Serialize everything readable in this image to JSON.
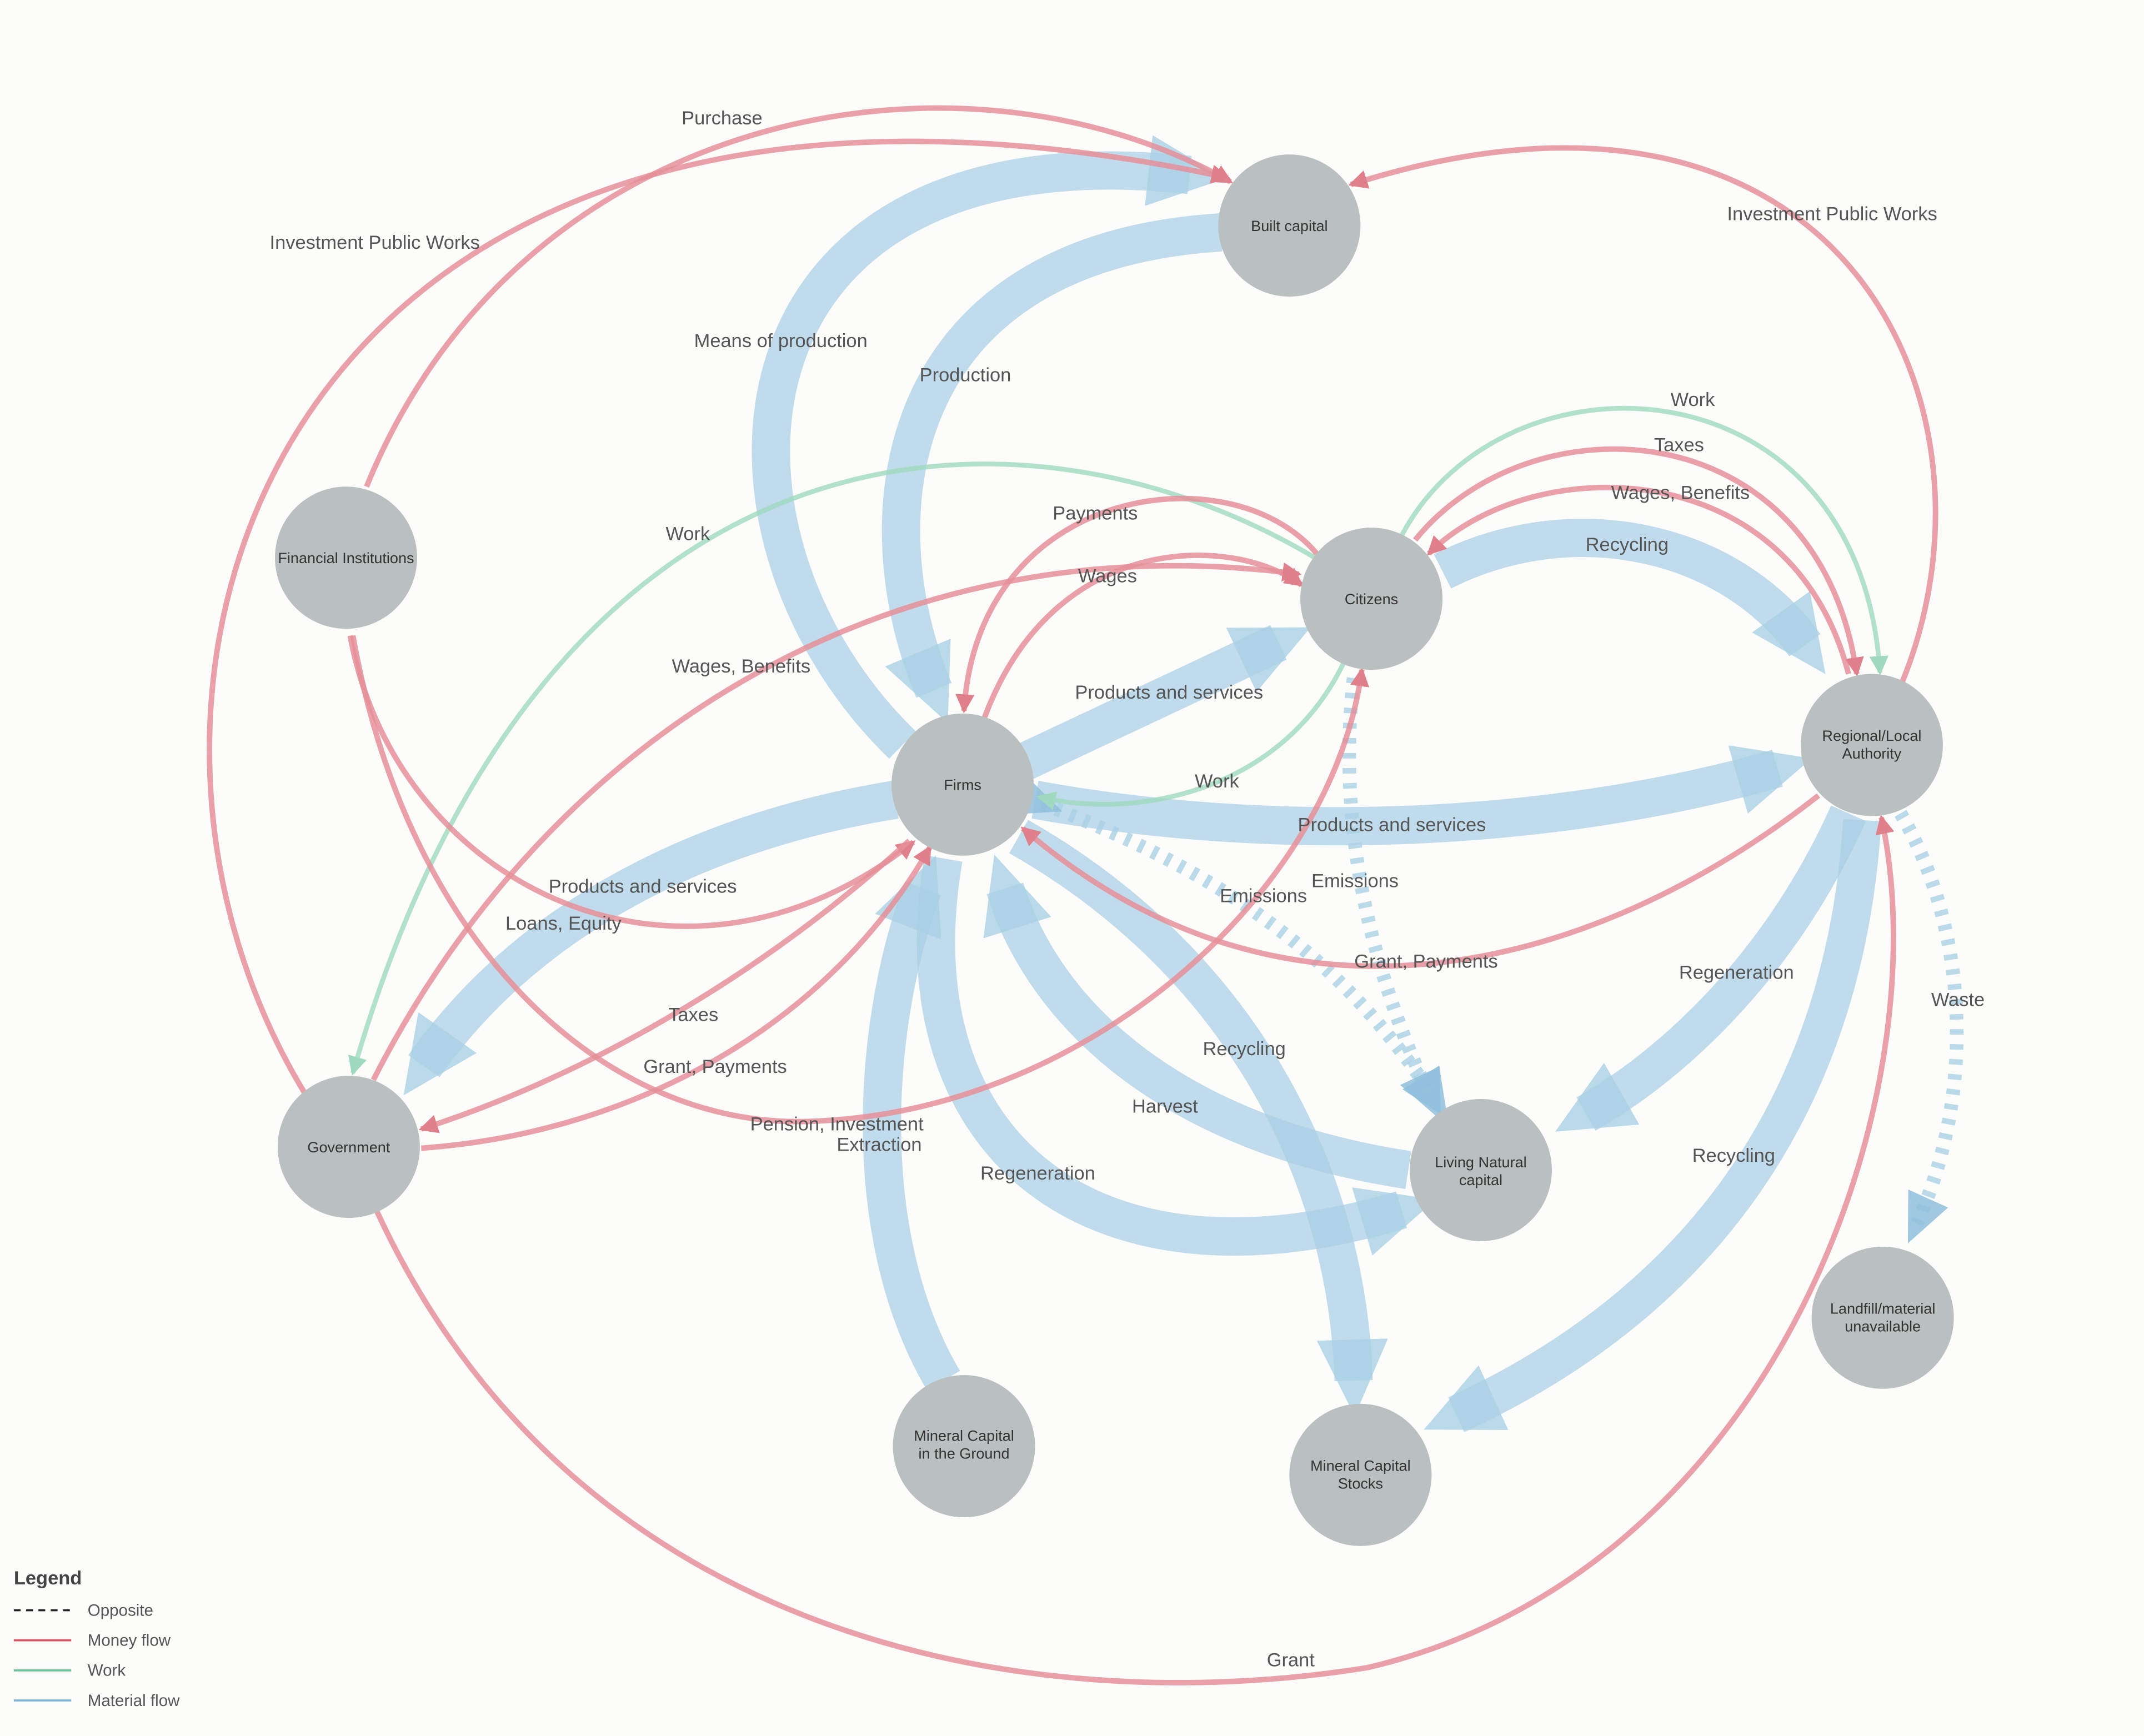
{
  "colors": {
    "money": "#e58f99",
    "work": "#9fd9bf",
    "material": "#a9cfe5",
    "node": "#b9c0bf"
  },
  "nodes": {
    "built_capital": "Built capital",
    "financial": "Financial Institutions",
    "citizens": "Citizens",
    "firms": "Firms",
    "regional_1": "Regional/Local",
    "regional_2": "Authority",
    "government": "Government",
    "living_1": "Living Natural",
    "living_2": "capital",
    "landfill_1": "Landfill/material",
    "landfill_2": "unavailable",
    "mineral_ground_1": "Mineral Capital",
    "mineral_ground_2": "in the Ground",
    "mineral_stocks_1": "Mineral Capital",
    "mineral_stocks_2": "Stocks"
  },
  "edges": {
    "means_of_production": {
      "from": "Firms",
      "to": "Built capital",
      "type": "material",
      "label": "Means of production"
    },
    "production": {
      "from": "Built capital",
      "to": "Firms",
      "type": "material",
      "label": "Production"
    },
    "ps_citizens": {
      "from": "Firms",
      "to": "Citizens",
      "type": "material",
      "label": "Products and services"
    },
    "ps_regional": {
      "from": "Firms",
      "to": "Regional/Local Authority",
      "type": "material",
      "label": "Products and services"
    },
    "ps_government": {
      "from": "Firms",
      "to": "Government",
      "type": "material",
      "label": "Products and services"
    },
    "recycling_citizens": {
      "from": "Citizens",
      "to": "Regional/Local Authority",
      "type": "material",
      "label": "Recycling"
    },
    "regeneration_regional": {
      "from": "Regional/Local Authority",
      "to": "Living Natural capital",
      "type": "material",
      "label": "Regeneration"
    },
    "recycling_regional": {
      "from": "Regional/Local Authority",
      "to": "Mineral Capital Stocks",
      "type": "material",
      "label": "Recycling"
    },
    "waste": {
      "from": "Regional/Local Authority",
      "to": "Landfill/material unavailable",
      "type": "material-opposite",
      "label": "Waste"
    },
    "emissions_firms": {
      "from": "Firms",
      "to": "Living Natural capital",
      "type": "material-opposite",
      "label": "Emissions"
    },
    "emissions_citizens": {
      "from": "Citizens",
      "to": "Living Natural capital",
      "type": "material-opposite",
      "label": "Emissions"
    },
    "recycling_firms": {
      "from": "Firms",
      "to": "Mineral Capital Stocks",
      "type": "material",
      "label": "Recycling"
    },
    "harvest": {
      "from": "Living Natural capital",
      "to": "Firms",
      "type": "material",
      "label": "Harvest"
    },
    "regeneration_firms": {
      "from": "Firms",
      "to": "Living Natural capital",
      "type": "material",
      "label": "Regeneration"
    },
    "extraction": {
      "from": "Mineral Capital in the Ground",
      "to": "Firms",
      "type": "material",
      "label": "Extraction"
    },
    "purchase": {
      "from": "Financial Institutions",
      "to": "Built capital",
      "type": "money",
      "label": "Purchase"
    },
    "ipw_government": {
      "from": "Government",
      "to": "Built capital",
      "type": "money",
      "label": "Investment Public Works"
    },
    "ipw_regional": {
      "from": "Regional/Local Authority",
      "to": "Built capital",
      "type": "money",
      "label": "Investment Public Works"
    },
    "payments": {
      "from": "Citizens",
      "to": "Firms",
      "type": "money",
      "label": "Payments"
    },
    "wages": {
      "from": "Firms",
      "to": "Citizens",
      "type": "money",
      "label": "Wages"
    },
    "wages_benefits_gov": {
      "from": "Government",
      "to": "Citizens",
      "type": "money",
      "label": "Wages, Benefits"
    },
    "loans_equity": {
      "from": "Financial Institutions",
      "to": "Firms",
      "type": "money",
      "label": "Loans, Equity"
    },
    "taxes_firms": {
      "from": "Firms",
      "to": "Government",
      "type": "money",
      "label": "Taxes"
    },
    "grant_payments_gov": {
      "from": "Government",
      "to": "Firms",
      "type": "money",
      "label": "Grant, Payments"
    },
    "pension_investment": {
      "from": "Financial Institutions",
      "to": "Citizens",
      "type": "money",
      "label": "Pension, Investment"
    },
    "grant_payments_regional": {
      "from": "Regional/Local Authority",
      "to": "Firms",
      "type": "money",
      "label": "Grant, Payments"
    },
    "taxes_citizens": {
      "from": "Citizens",
      "to": "Regional/Local Authority",
      "type": "money",
      "label": "Taxes"
    },
    "wages_benefits_regional": {
      "from": "Regional/Local Authority",
      "to": "Citizens",
      "type": "money",
      "label": "Wages, Benefits"
    },
    "grant": {
      "from": "Government",
      "to": "Regional/Local Authority",
      "type": "money",
      "label": "Grant"
    },
    "work_government": {
      "from": "Citizens",
      "to": "Government",
      "type": "work",
      "label": "Work"
    },
    "work_regional": {
      "from": "Citizens",
      "to": "Regional/Local Authority",
      "type": "work",
      "label": "Work"
    },
    "work_firms": {
      "from": "Citizens",
      "to": "Firms",
      "type": "work",
      "label": "Work"
    }
  },
  "legend": {
    "title": "Legend",
    "items": [
      "Opposite",
      "Money flow",
      "Work",
      "Material flow"
    ]
  }
}
